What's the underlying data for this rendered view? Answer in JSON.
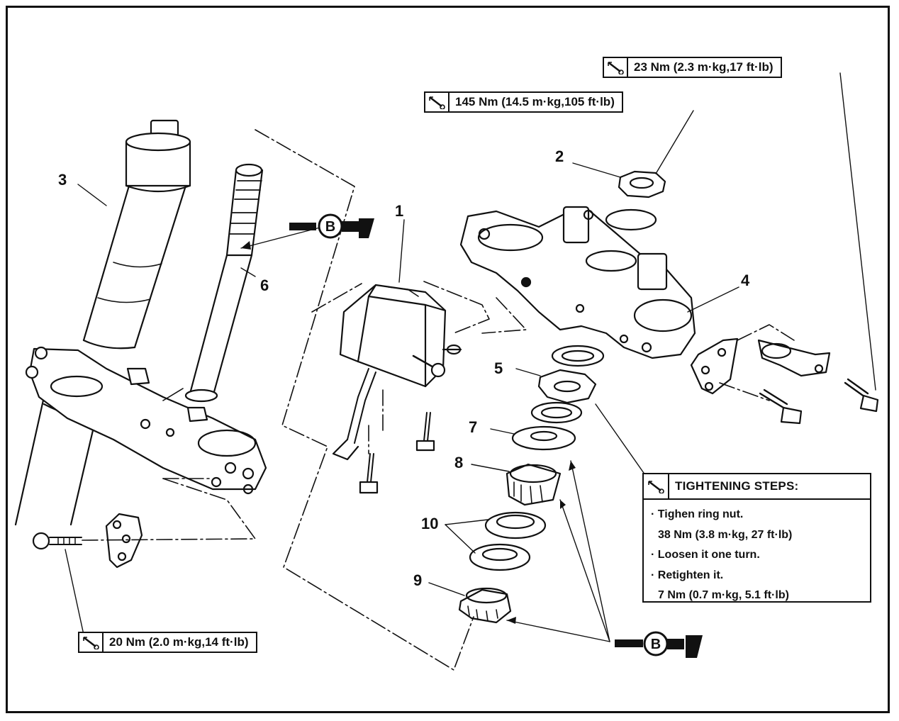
{
  "torque_labels": {
    "t2": "145 Nm (14.5 m·kg,105 ft·lb)",
    "t_bolt_right": "23 Nm (2.3 m·kg,17 ft·lb)",
    "t_bolt_left": "20 Nm (2.0 m·kg,14 ft·lb)"
  },
  "tightening": {
    "title": "TIGHTENING STEPS:",
    "step1": "· Tighen ring nut.",
    "step1_value": "38 Nm (3.8 m·kg, 27 ft·lb)",
    "step2": "· Loosen it one turn.",
    "step3": "· Retighten it.",
    "step3_value": "7 Nm (0.7 m·kg, 5.1 ft·lb)"
  },
  "callouts": {
    "c1": "1",
    "c2": "2",
    "c3": "3",
    "c4": "4",
    "c5": "5",
    "c6": "6",
    "c7": "7",
    "c8": "8",
    "c9": "9",
    "c10": "10"
  },
  "grease_symbol": {
    "letter": "B"
  },
  "icons": [
    "torque-wrench-icon",
    "grease-gun-icon"
  ]
}
